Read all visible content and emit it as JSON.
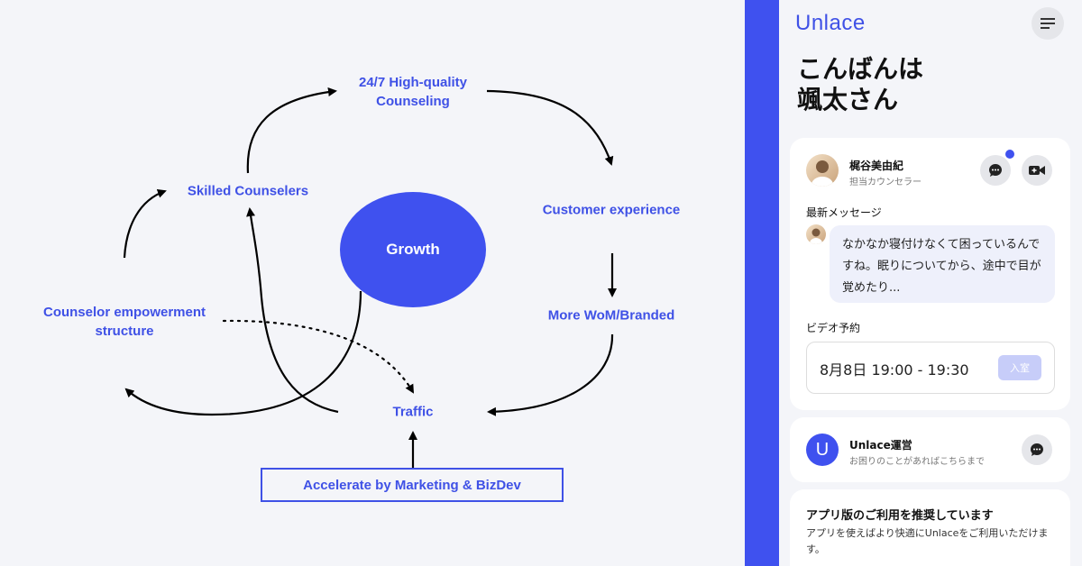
{
  "diagram": {
    "nodes": {
      "counseling": "24/7 High-quality\nCounseling",
      "skilled": "Skilled Counselers",
      "customer": "Customer experience",
      "wom": "More WoM/Branded",
      "empowerment": "Counselor empowerment\nstructure",
      "traffic": "Traffic",
      "growth": "Growth",
      "accelerate": "Accelerate by Marketing & BizDev"
    },
    "colors": {
      "accent": "#3f51e6",
      "arrow": "#000000"
    }
  },
  "app": {
    "logo": "Unlace",
    "menu_icon": "menu-icon",
    "greeting_line1": "こんばんは",
    "greeting_line2": "颯太さん",
    "counselor": {
      "name": "梶谷美由紀",
      "role": "担当カウンセラー",
      "latest_label": "最新メッセージ",
      "message": "なかなか寝付けなくて困っているんですね。眠りについてから、途中で目が覚めたり...",
      "video_label": "ビデオ予約",
      "booking_time": "8月8日 19:00 - 19:30",
      "enter_label": "入室"
    },
    "support": {
      "initial": "U",
      "name": "Unlace運営",
      "desc": "お困りのことがあればこちらまで"
    },
    "promo": {
      "title": "アプリ版のご利用を推奨しています",
      "text": "アプリを使えばより快適にUnlaceをご利用いただけます。"
    },
    "colors": {
      "brand": "#3f51ef",
      "enter_disabled": "#c7cdf9"
    }
  }
}
